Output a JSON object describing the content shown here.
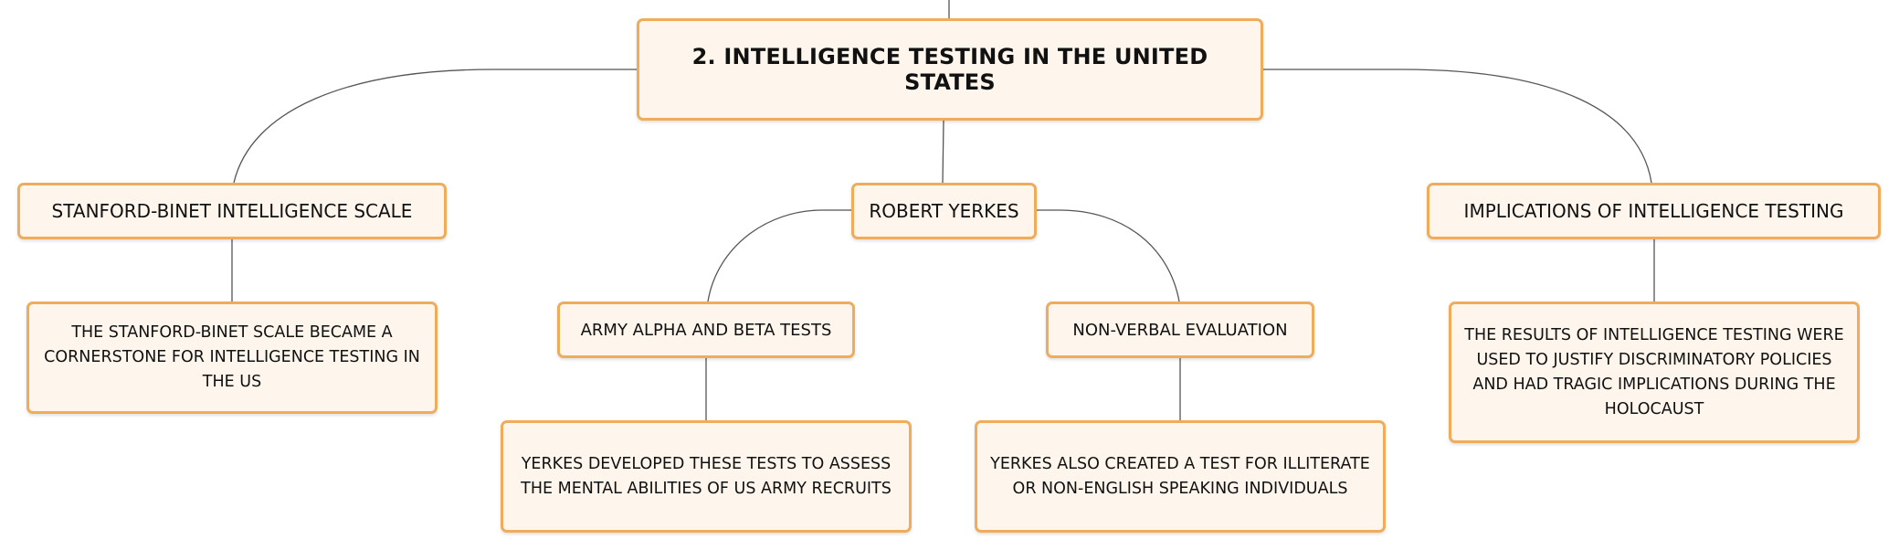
{
  "diagram": {
    "root": {
      "label": "2. INTELLIGENCE TESTING IN THE UNITED STATES"
    },
    "branches": [
      {
        "label": "STANFORD-BINET INTELLIGENCE SCALE",
        "detail": "THE STANFORD-BINET SCALE BECAME A CORNERSTONE FOR INTELLIGENCE TESTING IN THE US"
      },
      {
        "label": "ROBERT YERKES",
        "children": [
          {
            "label": "ARMY ALPHA AND BETA TESTS",
            "detail": "YERKES DEVELOPED THESE TESTS TO ASSESS THE MENTAL ABILITIES OF US ARMY RECRUITS"
          },
          {
            "label": "NON-VERBAL EVALUATION",
            "detail": "YERKES ALSO CREATED A TEST FOR ILLITERATE OR NON-ENGLISH SPEAKING INDIVIDUALS"
          }
        ]
      },
      {
        "label": "IMPLICATIONS OF INTELLIGENCE TESTING",
        "detail": "THE RESULTS OF INTELLIGENCE TESTING WERE USED TO JUSTIFY DISCRIMINATORY POLICIES AND HAD TRAGIC IMPLICATIONS DURING THE HOLOCAUST"
      }
    ],
    "colors": {
      "node_fill": "#fef5ec",
      "node_border": "#efac5b",
      "connector": "#555555",
      "text": "#111111"
    }
  }
}
